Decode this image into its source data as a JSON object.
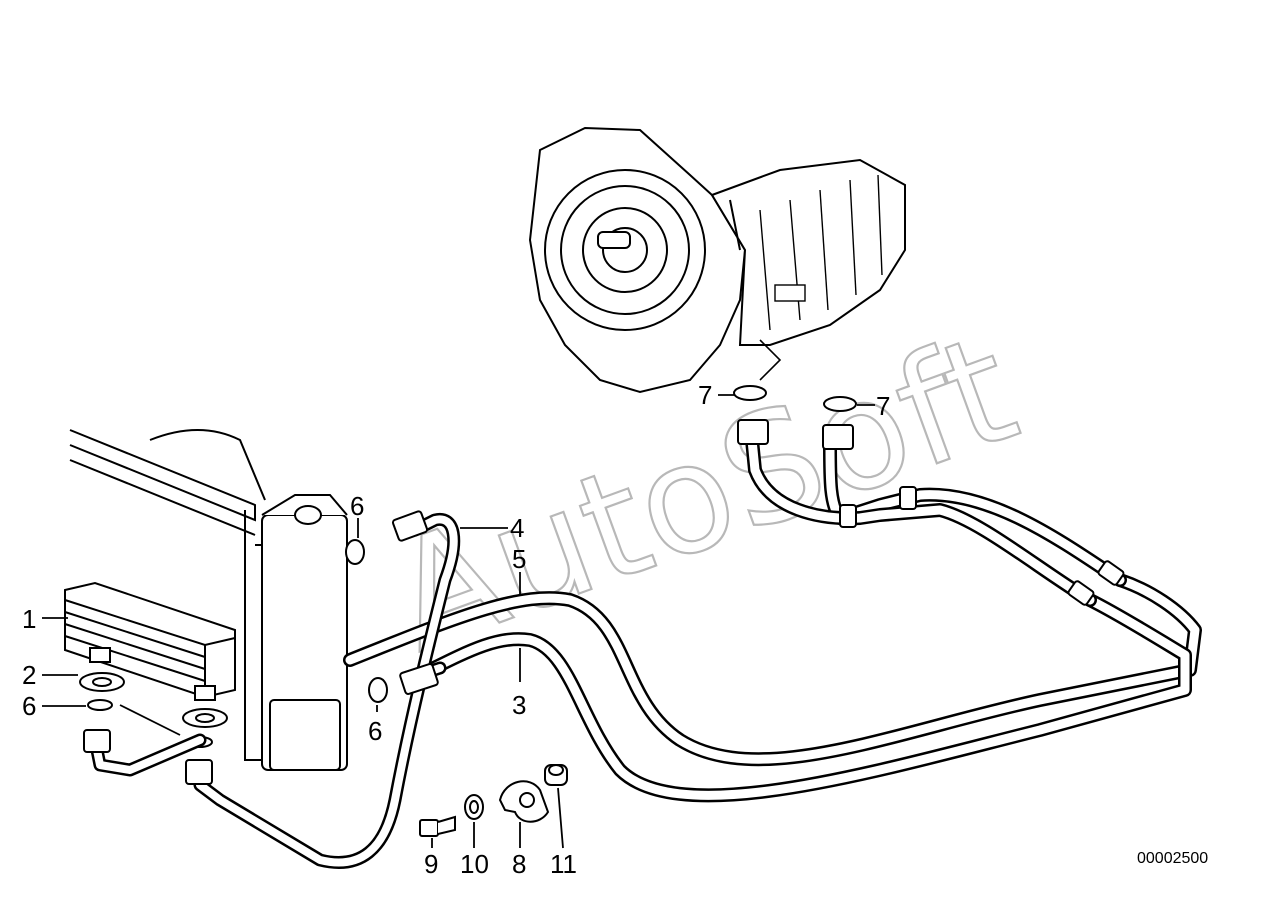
{
  "watermark": "AutoSoft",
  "diagram_code": "00002500",
  "callouts": {
    "c1": "1",
    "c2": "2",
    "c3": "3",
    "c4": "4",
    "c5": "5",
    "c6a": "6",
    "c6b": "6",
    "c6c": "6",
    "c7a": "7",
    "c7b": "7",
    "c8": "8",
    "c9": "9",
    "c10": "10",
    "c11": "11"
  }
}
